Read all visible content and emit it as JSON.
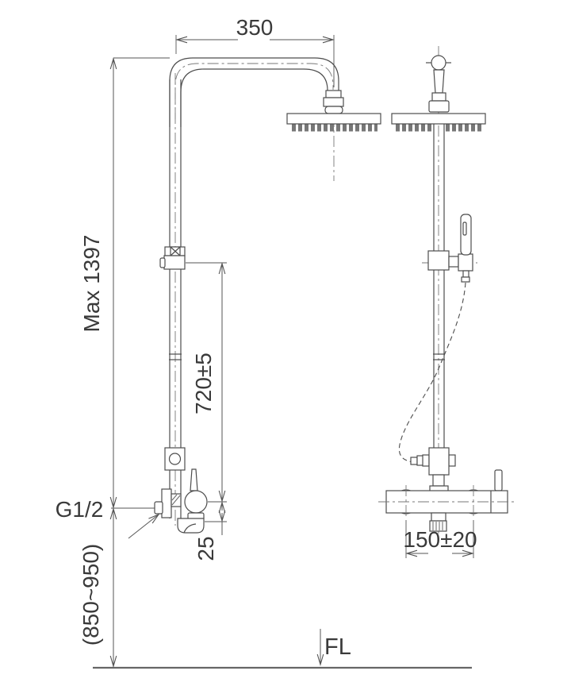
{
  "drawing": {
    "dim_arm": "350",
    "dim_max_height": "Max 1397",
    "dim_riser": "720±5",
    "dim_thread": "G1/2",
    "dim_outlet_offset": "25",
    "dim_install_height": "(850~950)",
    "dim_inlet_spacing": "150±20",
    "floor_label": "FL",
    "colors": {
      "line": "#4d4d4d",
      "dim_line": "#555555",
      "text": "#3a3a3a",
      "floor": "#666666",
      "background": "#ffffff"
    }
  }
}
